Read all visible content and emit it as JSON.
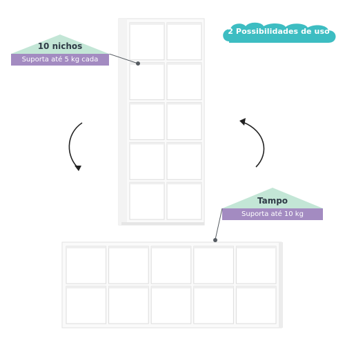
{
  "badge": {
    "text": "2 Possibilidades de uso",
    "color": "#3dbdc2"
  },
  "callout_niches": {
    "title": "10 nichos",
    "subtitle": "Suporta até 5 kg cada"
  },
  "callout_top": {
    "title": "Tampo",
    "subtitle": "Suporta até 10 kg"
  },
  "colors": {
    "triangle": "#c3e6d6",
    "label_bg": "#a38bc1",
    "pointer": "#555b61",
    "shelf_edge": "#d7d7d7"
  },
  "shelf": {
    "vertical": {
      "columns": 2,
      "rows": 5
    },
    "horizontal": {
      "columns": 5,
      "rows": 2
    }
  }
}
